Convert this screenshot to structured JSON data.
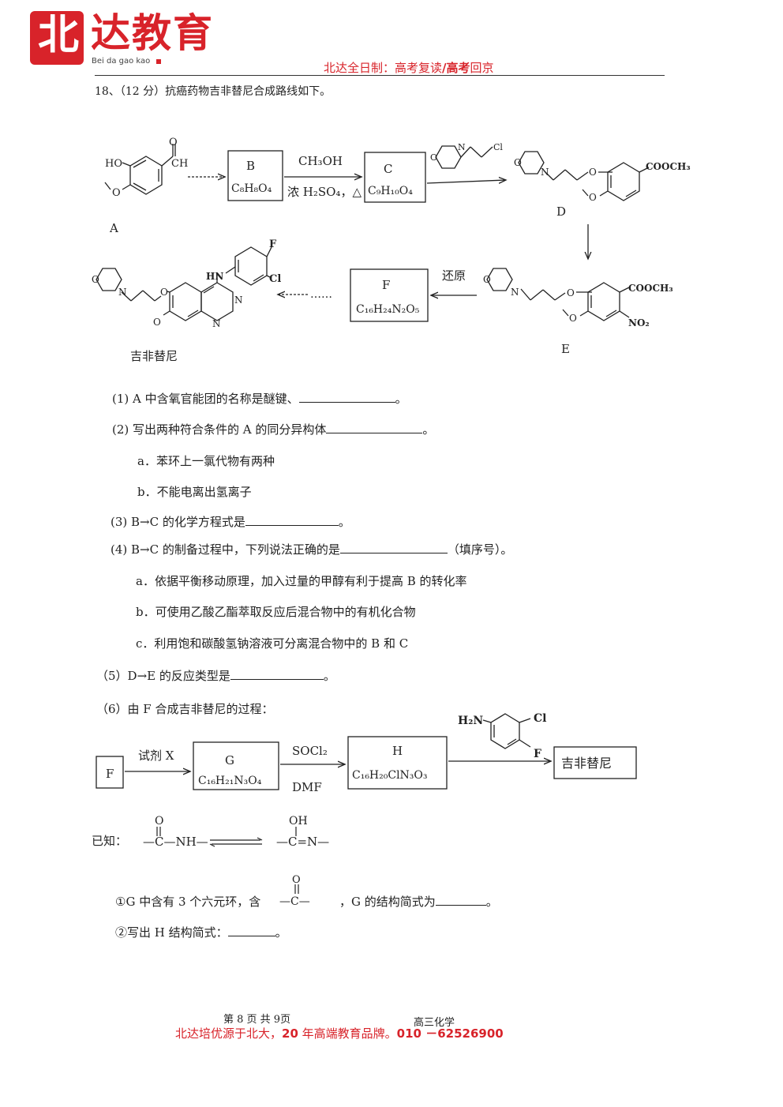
{
  "header": {
    "logo_char": "北",
    "logo_name": "达教育",
    "logo_pinyin": "Bei da gao kao",
    "slogan_pre": "北达全日制：高考复读",
    "slogan_bold": "/高考",
    "slogan_post": "回京"
  },
  "question": {
    "title": "18、（12 分）抗癌药物吉非替尼合成路线如下。"
  },
  "scheme1": {
    "label_A": "A",
    "label_B": "B",
    "formula_B": "C₈H₈O₄",
    "reagent_top": "CH₃OH",
    "reagent_bottom": "浓 H₂SO₄，△",
    "label_C": "C",
    "formula_C": "C₉H₁₀O₄",
    "label_D": "D",
    "label_E": "E",
    "reduce": "还原",
    "label_F": "F",
    "formula_F": "C₁₆H₂₄N₂O₅",
    "dots": "……",
    "product": "吉非替尼",
    "groups": {
      "HO": "HO",
      "CH": "CH",
      "O": "O",
      "N": "N",
      "Cl": "Cl",
      "F": "F",
      "HN": "HN",
      "COOCH3": "COOCH₃",
      "NO2": "NO₂"
    }
  },
  "items": {
    "q1": "(1) A 中含氧官能团的名称是醚键、",
    "q1_end": "。",
    "q2": "(2) 写出两种符合条件的 A 的同分异构体",
    "q2_end": "。",
    "q2a": "a．苯环上一氯代物有两种",
    "q2b": "b．不能电离出氢离子",
    "q3": "(3) B→C 的化学方程式是",
    "q3_end": "。",
    "q4": "(4) B→C 的制备过程中，下列说法正确的是",
    "q4_end": "（填序号）。",
    "q4a": "a．依据平衡移动原理，加入过量的甲醇有利于提高 B 的转化率",
    "q4b": "b．可使用乙酸乙酯萃取反应后混合物中的有机化合物",
    "q4c": "c．利用饱和碳酸氢钠溶液可分离混合物中的 B 和 C",
    "q5": "（5）D→E 的反应类型是",
    "q5_end": "。",
    "q6": "（6）由 F 合成吉非替尼的过程："
  },
  "scheme2": {
    "label_F": "F",
    "reagent_X": "试剂 X",
    "label_G": "G",
    "formula_G": "C₁₆H₂₁N₃O₄",
    "socl2": "SOCl₂",
    "dmf": "DMF",
    "label_H": "H",
    "formula_H": "C₁₆H₂₀ClN₃O₃",
    "product": "吉非替尼",
    "h2n": "H₂N",
    "cl": "Cl",
    "f": "F"
  },
  "known": {
    "label": "已知：",
    "o": "O",
    "left": "—C—NH—",
    "oh": "OH",
    "right": "—C=N—"
  },
  "subq": {
    "s1_pre": "①G 中含有 3 个六元环，含",
    "s1_o": "O",
    "s1_group": "—C—",
    "s1_post": "，G 的结构简式为",
    "s1_end": "。",
    "s2": "②写出 H 结构简式：",
    "s2_end": "。"
  },
  "footer": {
    "page": "第 8 页 共 9页",
    "subject": "高三化学",
    "ad_pre": "北达培优源于北大，",
    "ad_bold1": "20",
    "ad_mid": " 年高端教育品牌。",
    "ad_bold2": "010 －62526900"
  }
}
